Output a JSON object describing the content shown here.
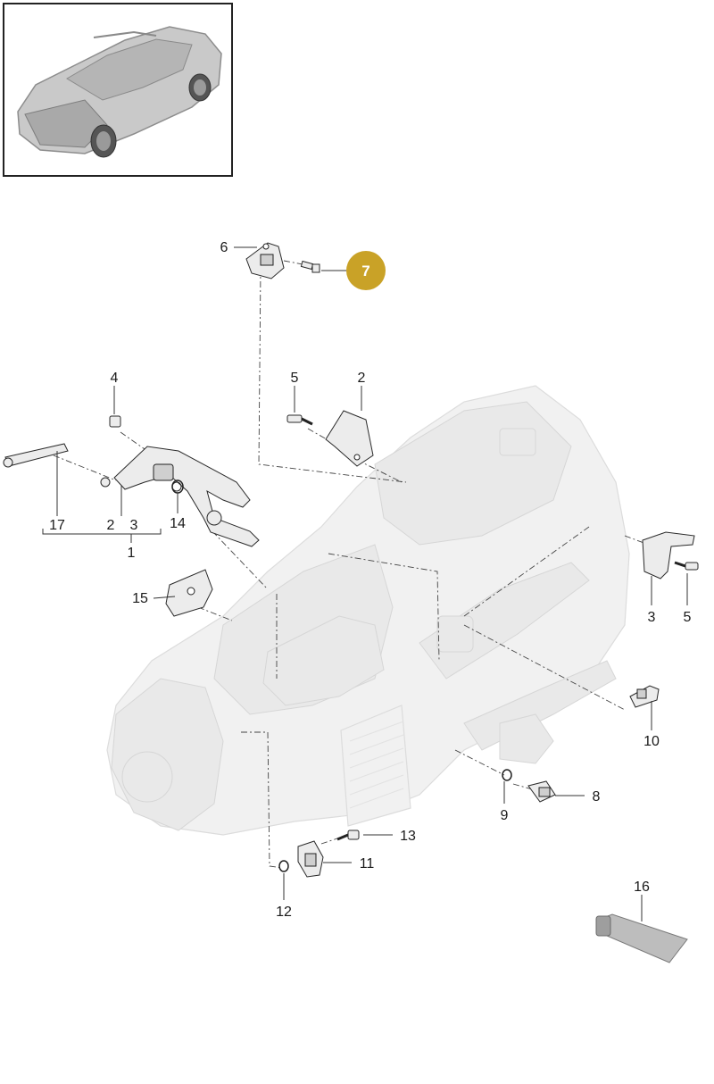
{
  "thumbnail": {
    "icon": "car-thumbnail-icon"
  },
  "highlight": {
    "label": "7",
    "color": "#c9a227"
  },
  "callouts": {
    "c1": "1",
    "c2a": "2",
    "c2b": "2",
    "c3a": "3",
    "c3b": "3",
    "c4": "4",
    "c5a": "5",
    "c5b": "5",
    "c6": "6",
    "c8": "8",
    "c9": "9",
    "c10": "10",
    "c11": "11",
    "c12": "12",
    "c13": "13",
    "c14": "14",
    "c15": "15",
    "c16": "16",
    "c17": "17"
  }
}
